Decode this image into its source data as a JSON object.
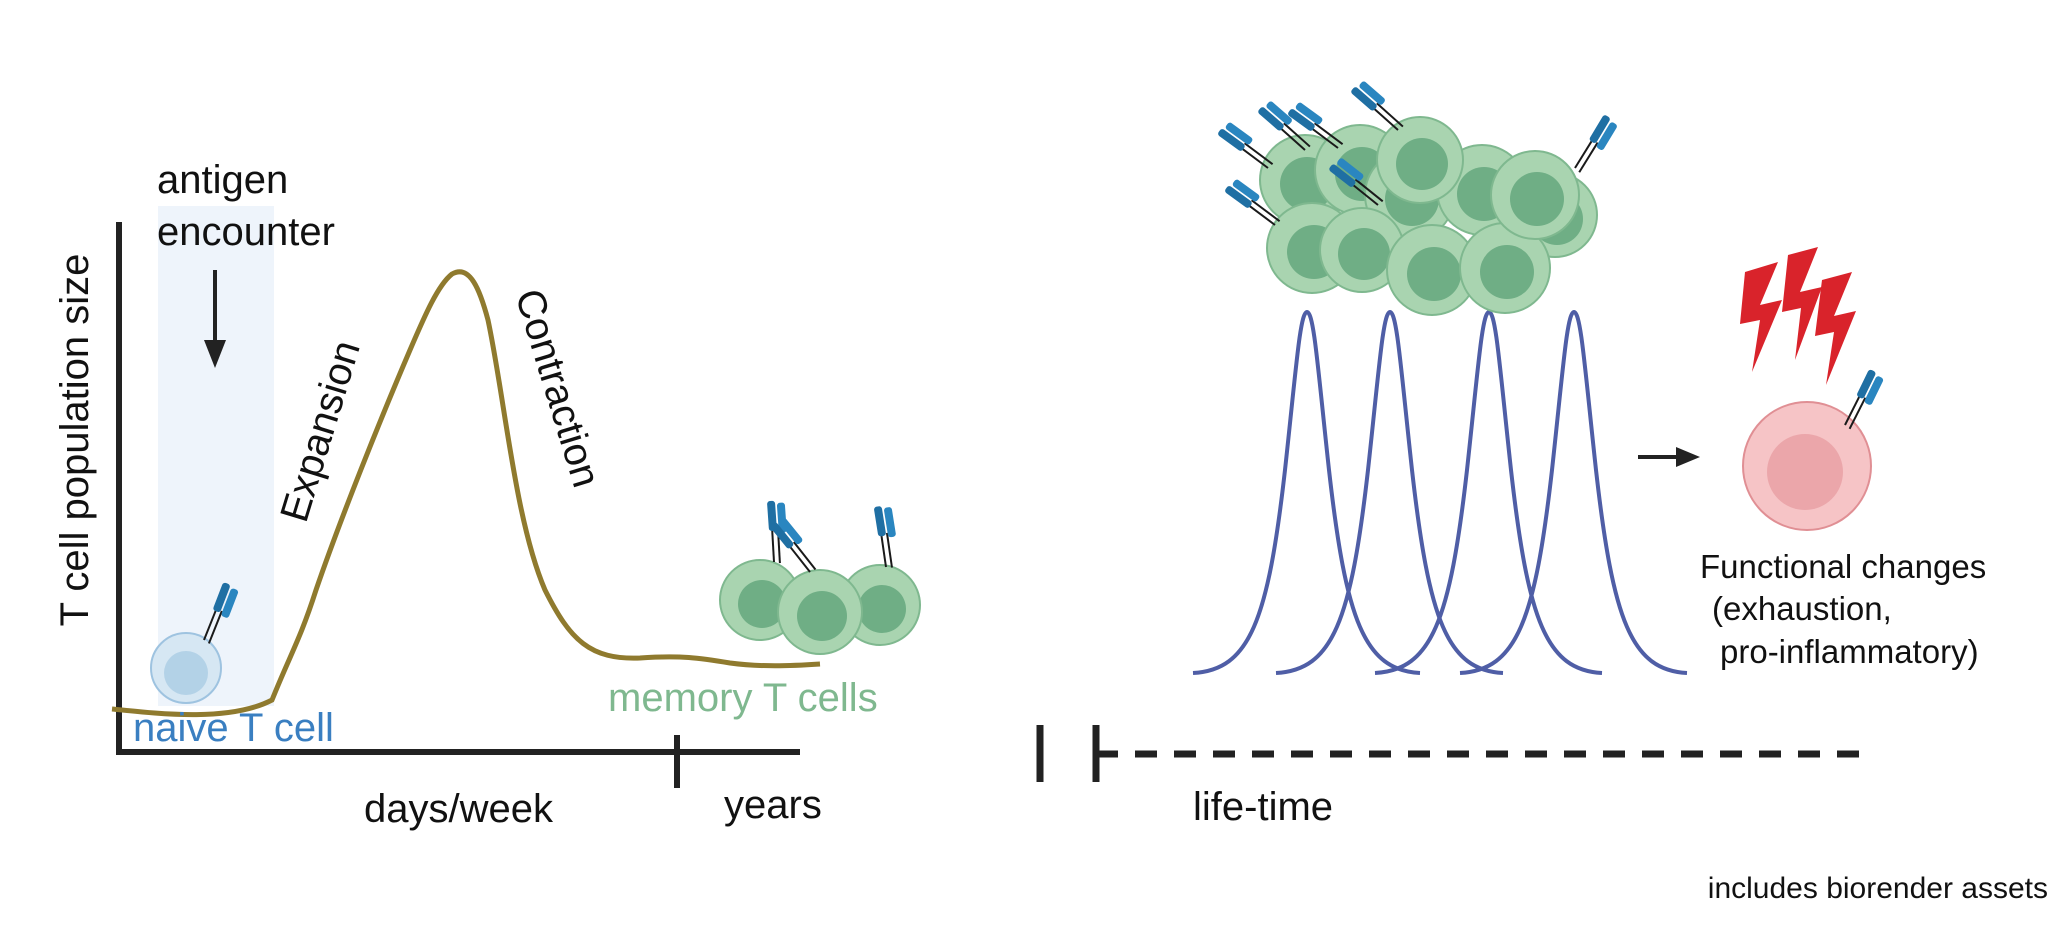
{
  "left_panel": {
    "y_axis_label": "T cell population size",
    "antigen_label_line1": "antigen",
    "antigen_label_line2": "encounter",
    "phase_expansion": "Expansion",
    "phase_contraction": "Contraction",
    "naive_label": "naive T cell",
    "memory_label": "memory T cells",
    "x_label_days": "days/week",
    "x_label_years": "years"
  },
  "right_panel": {
    "timeline_label": "life-time",
    "functional_line1": "Functional changes",
    "functional_line2": "(exhaustion,",
    "functional_line3": "pro-inflammatory)"
  },
  "footer": {
    "credit": "includes biorender assets"
  },
  "colors": {
    "axis": "#222222",
    "curve": "#8f7a2e",
    "naive_text": "#3a7fc1",
    "memory_text": "#7fb88f",
    "cell_green_outer": "#a9d4b0",
    "cell_green_inner": "#6fae85",
    "cell_blue_outer": "#d6e7f3",
    "cell_blue_inner": "#b3d2e7",
    "cell_red_outer": "#f6c4c6",
    "cell_red_inner": "#eba6aa",
    "wave": "#4f5ea6",
    "lightning": "#d9232b",
    "receptor": "#1f6fa3",
    "highlight": "#eef4fb"
  },
  "icons": [
    "t-cell-icon",
    "receptor-icon",
    "lightning-icon",
    "arrow-icon"
  ]
}
